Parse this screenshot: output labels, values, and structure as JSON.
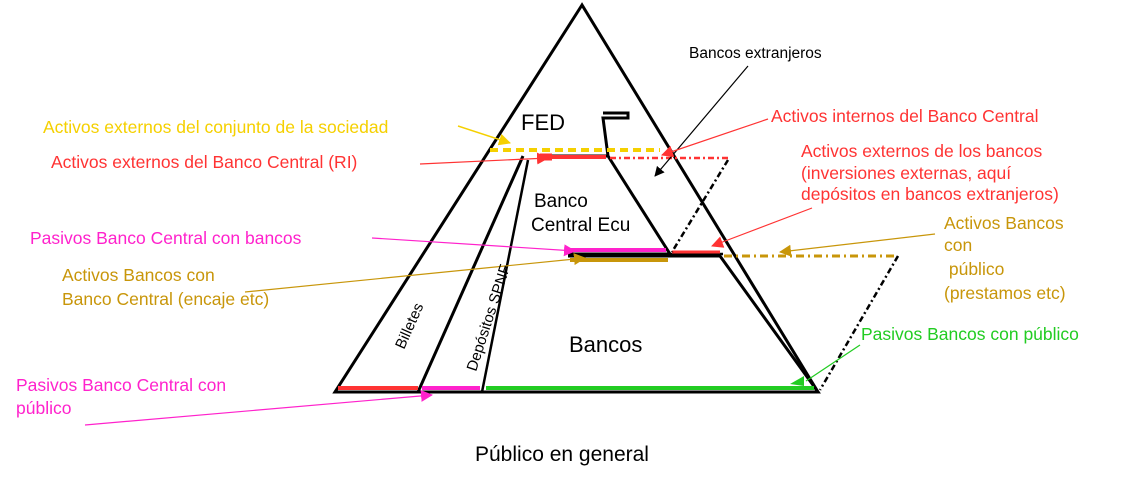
{
  "diagram": {
    "blocks": {
      "fed": "FED",
      "banco_central_line1": "Banco",
      "banco_central_line2": "Central Ecu",
      "bancos": "Bancos",
      "billetes": "Billetes",
      "depositos_spnf": "Depósitos SPNF"
    },
    "labels": {
      "bancos_extranjeros": "Bancos extranjeros",
      "activos_externos_sociedad": "Activos externos del conjunto de la sociedad",
      "activos_externos_bc": "Activos externos del Banco Central (RI)",
      "activos_internos_bc": "Activos internos del Banco Central",
      "activos_externos_bancos": [
        "Activos externos de los bancos",
        "(inversiones externas, aquí",
        "depósitos en bancos extranjeros)"
      ],
      "pasivos_bc_bancos": "Pasivos Banco Central con bancos",
      "activos_bancos_bc": [
        "Activos Bancos con",
        "Banco Central (encaje etc)"
      ],
      "activos_bancos_publico": [
        "Activos Bancos",
        "con",
        " público",
        "(prestamos etc)"
      ],
      "pasivos_bancos_publico": "Pasivos Bancos con público",
      "pasivos_bc_publico": [
        "Pasivos Banco Central con",
        "público"
      ],
      "publico_general": "Público en general"
    },
    "colors": {
      "red": "#ff3333",
      "yellow": "#f5d000",
      "gold": "#c8960a",
      "magenta": "#ff22cc",
      "green": "#22cc22",
      "black": "#000000"
    }
  }
}
